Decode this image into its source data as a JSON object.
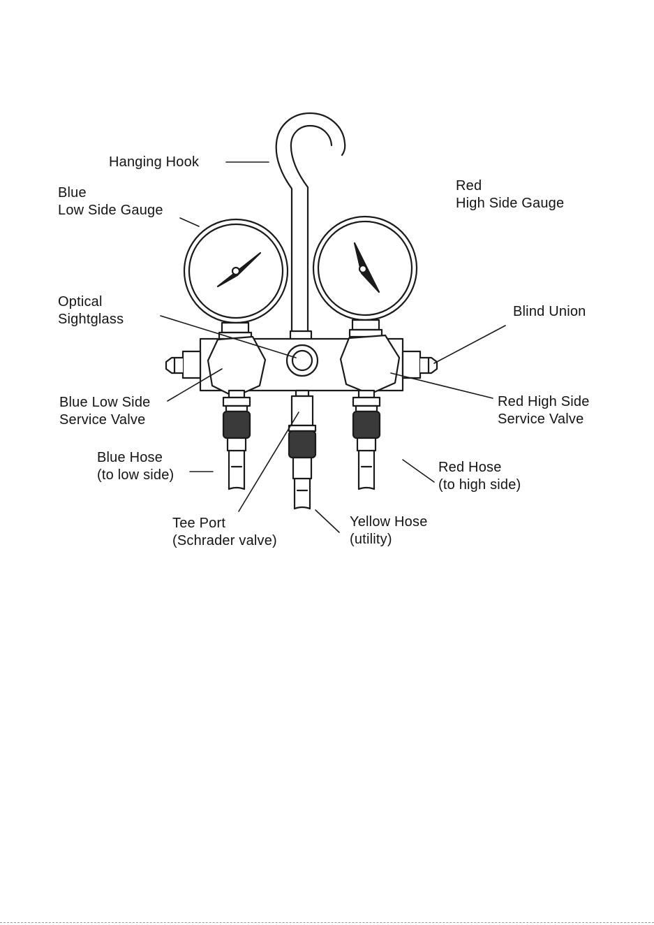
{
  "labels": {
    "hanging_hook": "Hanging Hook",
    "blue_gauge": [
      "Blue",
      "Low Side Gauge"
    ],
    "red_gauge": [
      "Red",
      "High Side Gauge"
    ],
    "sightglass": [
      "Optical",
      "Sightglass"
    ],
    "blind_union": "Blind Union",
    "blue_valve": [
      "Blue Low Side",
      "Service Valve"
    ],
    "red_valve": [
      "Red High Side",
      "Service Valve"
    ],
    "blue_hose": [
      "Blue Hose",
      "(to low side)"
    ],
    "red_hose": [
      "Red Hose",
      "(to high side)"
    ],
    "tee_port": [
      "Tee Port",
      "(Schrader valve)"
    ],
    "yellow_hose": [
      "Yellow Hose",
      "(utility)"
    ]
  },
  "colors": {
    "line": "#1a1a1a",
    "knurl": "#3a3a3a",
    "background": "#ffffff"
  },
  "gauges": {
    "low_side_needle": "low-pointing needle",
    "high_side_needle": "high-pointing needle"
  }
}
